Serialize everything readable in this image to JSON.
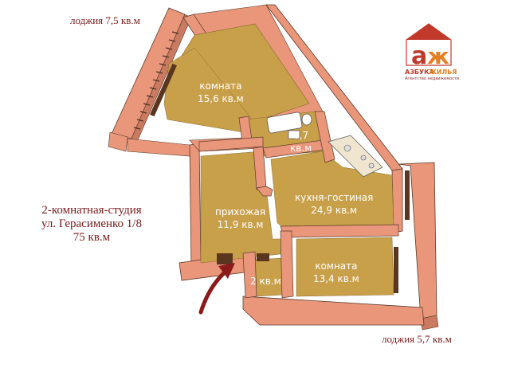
{
  "loggia_top": "лоджия 7,5 кв.м",
  "loggia_bottom": "лоджия 5,7 кв.м",
  "apartment": {
    "type": "2-комнатная-студия",
    "address": "ул. Герасименко 1/8",
    "area": "75 кв.м"
  },
  "rooms": {
    "room_upper": {
      "name": "комната",
      "area": "15,6 кв.м"
    },
    "bathroom": {
      "area_value": "6,7",
      "area_unit": "кв.м"
    },
    "kitchen": {
      "name": "кухня-гостиная",
      "area": "24,9 кв.м"
    },
    "hallway": {
      "name": "прихожая",
      "area": "11,9 кв.м"
    },
    "closet": {
      "area": "2 кв.м"
    },
    "room_lower": {
      "name": "комната",
      "area": "13,4 кв.м"
    }
  },
  "logo": {
    "letters_a": "а",
    "letters_zh": "ж",
    "name_part1": "АЗБУКА",
    "name_part2": "ЖИЛЬЯ",
    "tagline": "Агентство недвижимости"
  },
  "colors": {
    "wall": "#e9967a",
    "wall_dark": "#c97a60",
    "floor": "#c9a04a",
    "text_dark_red": "#7a1a1a",
    "arrow": "#8b1a1a",
    "logo_red": "#c0392b",
    "logo_orange": "#e67e22"
  }
}
